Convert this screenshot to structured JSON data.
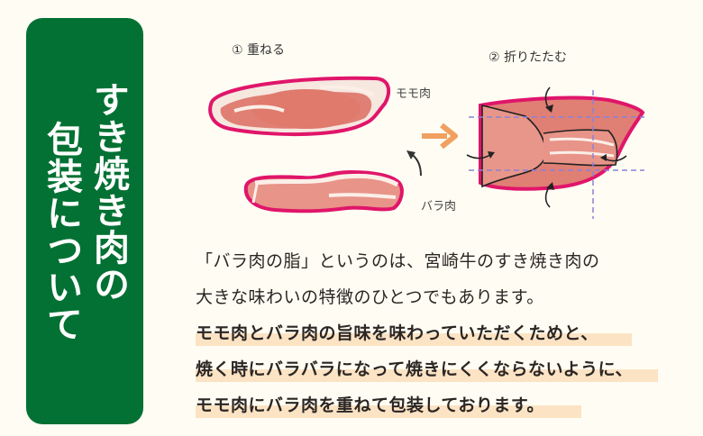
{
  "side_title": {
    "col1": "すき焼き肉の",
    "col2": "包装について",
    "bg_color": "#037133",
    "text_color": "#ffffff"
  },
  "illustration": {
    "step1_label": "① 重ねる",
    "step2_label": "② 折りたたむ",
    "momo_label": "モモ肉",
    "bara_label": "バラ肉",
    "arrow_color": "#f0a060",
    "outline_color": "#e0156a",
    "meat_color": "#e07f74",
    "guide_line_color": "#8a82d8"
  },
  "body": {
    "lines": [
      "「バラ肉の脂」というのは、宮崎牛のすき焼き肉の",
      "大きな味わいの特徴のひとつでもあります。",
      "モモ肉とバラ肉の旨味を味わっていただくためと、",
      "焼く時にバラバラになって焼きにくくならないように、",
      "モモ肉にバラ肉を重ねて包装しております。"
    ],
    "highlight_color": "#fbe3c4"
  }
}
